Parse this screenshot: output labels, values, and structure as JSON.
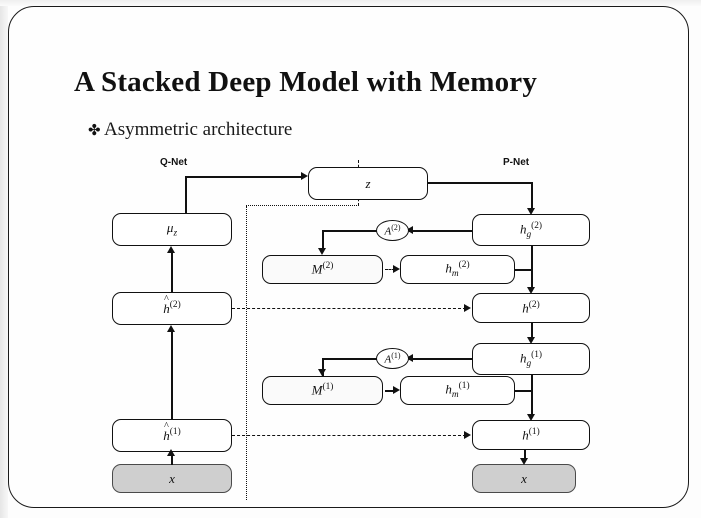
{
  "slide": {
    "title": "A Stacked Deep Model with Memory",
    "bullet_glyph": "✤",
    "bullet_text": "Asymmetric architecture",
    "border_color": "#1a1a1a",
    "background_color": "#fefefe"
  },
  "diagram": {
    "type": "architecture-block-diagram",
    "net_labels": {
      "left": "Q-Net",
      "right": "P-Net"
    },
    "shaded_node_color": "#cfcfcf",
    "line_color": "#111111",
    "nodes": {
      "z": "z",
      "mu_z": "μ",
      "mu_z_sub": "z",
      "h_hat_2": "h",
      "h_hat_2_sup": "(2)",
      "h_hat_1": "h",
      "h_hat_1_sup": "(1)",
      "x_left": "x",
      "x_right": "x",
      "h_g_2": "h",
      "h_g_2_sub": "g",
      "h_g_2_sup": "(2)",
      "h_g_1": "h",
      "h_g_1_sub": "g",
      "h_g_1_sup": "(1)",
      "h_2": "h",
      "h_2_sup": "(2)",
      "h_1": "h",
      "h_1_sup": "(1)",
      "h_m_2": "h",
      "h_m_2_sub": "m",
      "h_m_2_sup": "(2)",
      "h_m_1": "h",
      "h_m_1_sub": "m",
      "h_m_1_sup": "(1)",
      "M_2": "M",
      "M_2_sup": "(2)",
      "M_1": "M",
      "M_1_sup": "(1)",
      "A_2": "A",
      "A_2_sup": "(2)",
      "A_1": "A",
      "A_1_sup": "(1)"
    }
  }
}
